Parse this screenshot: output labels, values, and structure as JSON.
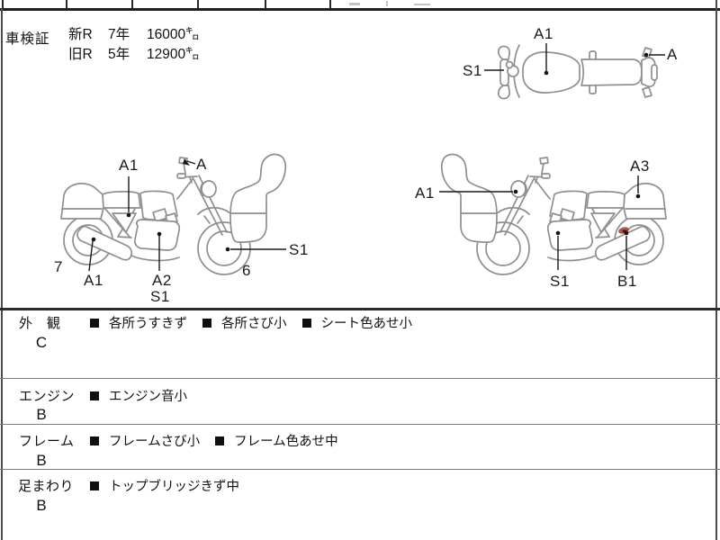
{
  "registration": {
    "label": "車検証",
    "rows": [
      {
        "era": "新R",
        "year": "7年",
        "distance": "16000㌔"
      },
      {
        "era": "旧R",
        "year": "5年",
        "distance": "12900㌔"
      }
    ]
  },
  "diagram_labels": {
    "tv_a1": "A1",
    "tv_s1": "S1",
    "tv_a": "A",
    "lv_a1_top": "A1",
    "lv_a_mirror": "A",
    "lv_wheel_rear_num": "7",
    "lv_a1_exhaust": "A1",
    "lv_a2_engine": "A2",
    "lv_s1_engine": "S1",
    "lv_wheel_front_num": "6",
    "lv_s1_wheel": "S1",
    "rv_a1_fork": "A1",
    "rv_a3_tail": "A3",
    "rv_s1_engine": "S1",
    "rv_b1_muffler": "B1"
  },
  "condition_sections": [
    {
      "name": "外　観",
      "grade": "C",
      "notes": [
        "各所うすきず",
        "各所さび小",
        "シート色あせ小"
      ]
    },
    {
      "name": "エンジン",
      "grade": "B",
      "notes": [
        "エンジン音小"
      ]
    },
    {
      "name": "フレーム",
      "grade": "B",
      "notes": [
        "フレームさび小",
        "フレーム色あせ中"
      ]
    },
    {
      "name": "足まわり",
      "grade": "B",
      "notes": [
        "トップブリッジきず中"
      ]
    }
  ],
  "ui": {
    "bullet": "■"
  },
  "colors": {
    "line_art": "#8f8f8f",
    "ink": "#1b1b1b",
    "marker_red": "#a23b2e",
    "border_dark": "#2a2a2a"
  }
}
